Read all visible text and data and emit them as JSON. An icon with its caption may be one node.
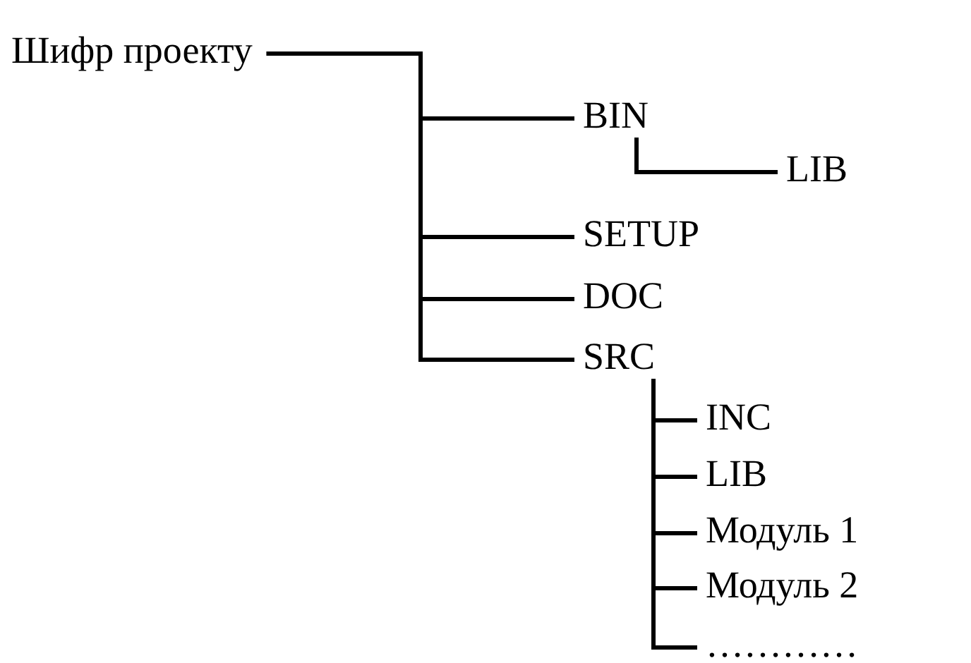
{
  "diagram": {
    "nodes": [
      {
        "text": [
          "Шифр проекту"
        ]
      },
      {
        "text": [
          "BIN"
        ]
      },
      {
        "text": [
          "LIB"
        ]
      },
      {
        "text": [
          "SETUP"
        ]
      },
      {
        "text": [
          "DOC"
        ]
      },
      {
        "text": [
          "SRC"
        ]
      },
      {
        "text": [
          "INC"
        ]
      },
      {
        "text": [
          "LIB"
        ]
      },
      {
        "text": [
          "Модуль 1"
        ]
      },
      {
        "text": [
          "Модуль 2"
        ]
      },
      {
        "text": [
          "…………"
        ]
      }
    ],
    "edges": [
      {
        "from": 0,
        "to": 1,
        "arrow": "none"
      },
      {
        "from": 0,
        "to": 3,
        "arrow": "none"
      },
      {
        "from": 0,
        "to": 4,
        "arrow": "none"
      },
      {
        "from": 0,
        "to": 5,
        "arrow": "none"
      },
      {
        "from": 1,
        "to": 2,
        "arrow": "none"
      },
      {
        "from": 5,
        "to": 6,
        "arrow": "none"
      },
      {
        "from": 5,
        "to": 7,
        "arrow": "none"
      },
      {
        "from": 5,
        "to": 8,
        "arrow": "none"
      },
      {
        "from": 5,
        "to": 9,
        "arrow": "none"
      },
      {
        "from": 5,
        "to": 10,
        "arrow": "none"
      }
    ]
  }
}
